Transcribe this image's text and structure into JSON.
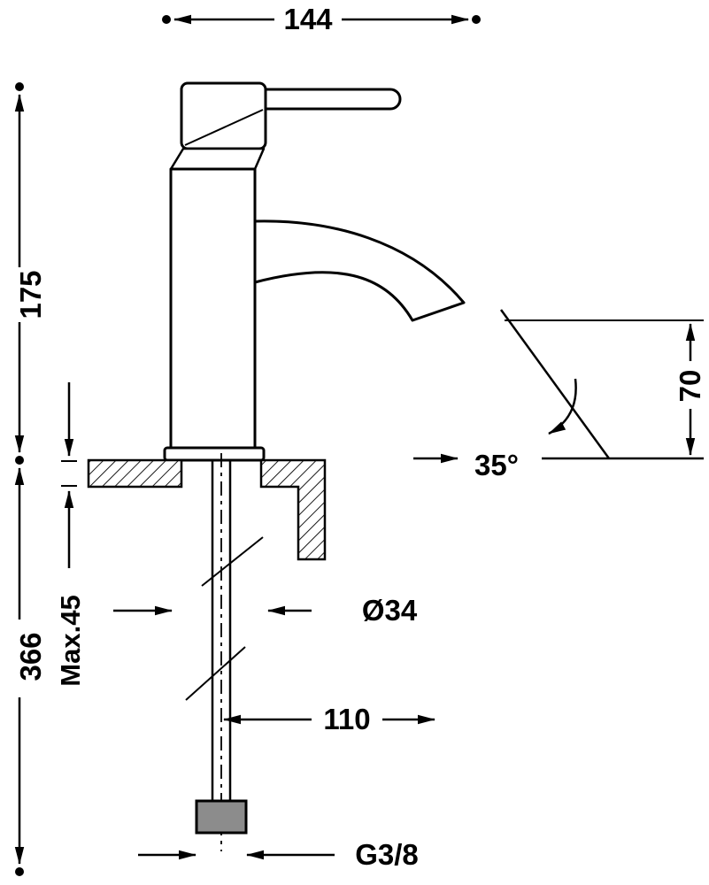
{
  "drawing": {
    "background": "#ffffff",
    "line_color": "#000000",
    "labels": {
      "dim_144": "144",
      "dim_175": "175",
      "dim_366": "366",
      "dim_max45": "Max.45",
      "dim_70": "70",
      "dim_35deg": "35°",
      "dim_o34": "Ø34",
      "dim_110": "110",
      "dim_g38": "G3/8"
    }
  }
}
